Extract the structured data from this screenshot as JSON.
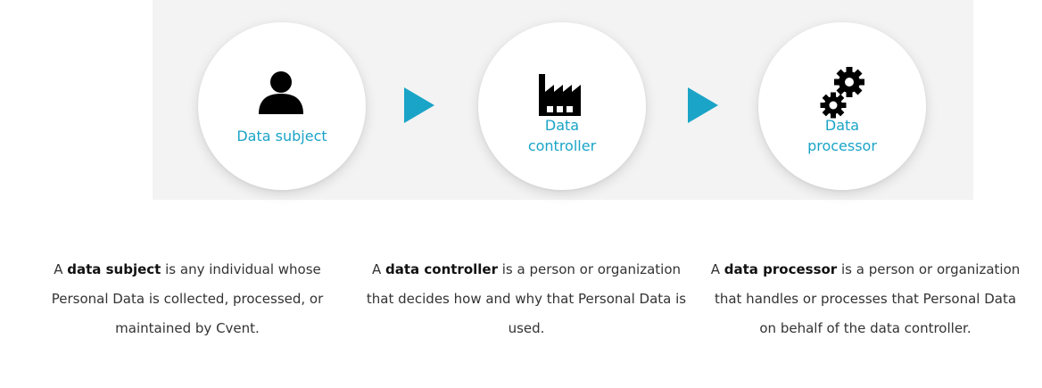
{
  "colors": {
    "accent": "#1aa4c7",
    "banner_background": "#f3f3f3",
    "icon": "#000000",
    "text": "#333333"
  },
  "steps": [
    {
      "icon": "person-icon",
      "label": "Data subject",
      "description": {
        "prefix": "A ",
        "term": "data subject",
        "rest": " is any individual whose Personal Data is collected, processed, or maintained by Cvent."
      }
    },
    {
      "icon": "factory-icon",
      "label_line1": "Data",
      "label_line2": "controller",
      "description": {
        "prefix": "A ",
        "term": "data controller",
        "rest": " is a person or organization that decides how and why that Personal Data is used."
      }
    },
    {
      "icon": "gears-icon",
      "label_line1": "Data",
      "label_line2": "processor",
      "description": {
        "prefix": "A ",
        "term": "data processor",
        "rest": " is a person or organization that handles or processes that Personal Data on behalf of the data controller."
      }
    }
  ],
  "arrows": [
    "play-arrow-icon",
    "play-arrow-icon"
  ]
}
